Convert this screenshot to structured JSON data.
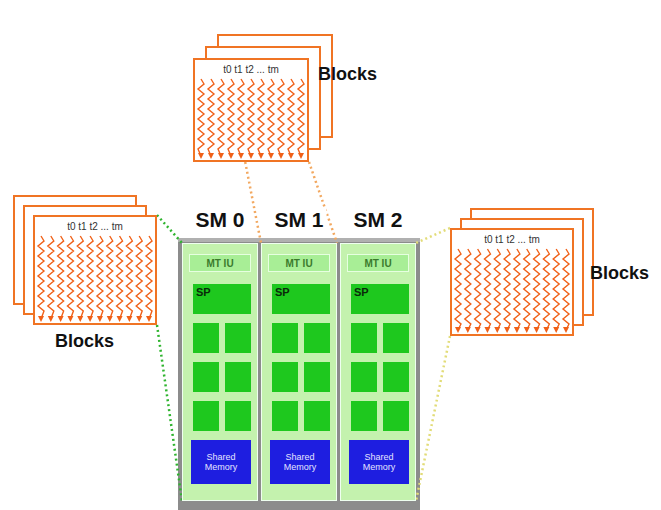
{
  "diagram": {
    "nodes": [
      {
        "text": [
          "t0 t1 t2 ... tm",
          "Blocks"
        ]
      },
      {
        "text": [
          "t0 t1 t2 ... tm",
          "Blocks"
        ]
      },
      {
        "text": [
          "t0 t1 t2 ... tm",
          "Blocks"
        ]
      },
      {
        "text": [
          "SM 0"
        ]
      },
      {
        "text": [
          "MT IU"
        ],
        "in": 3
      },
      {
        "text": [
          "SP"
        ],
        "in": 3
      },
      {
        "text": [
          "Shared Memory"
        ],
        "in": 3
      },
      {
        "text": [
          "SM 1"
        ]
      },
      {
        "text": [
          "MT IU"
        ],
        "in": 7
      },
      {
        "text": [
          "SP"
        ],
        "in": 7
      },
      {
        "text": [
          "Shared Memory"
        ],
        "in": 7
      },
      {
        "text": [
          "SM 2"
        ]
      },
      {
        "text": [
          "MT IU"
        ],
        "in": 11
      },
      {
        "text": [
          "SP"
        ],
        "in": 11
      },
      {
        "text": [
          "Shared Memory"
        ],
        "in": 11
      }
    ],
    "edges": [
      {
        "from": 0,
        "to": 7,
        "arrow": "none"
      },
      {
        "from": 1,
        "to": 3,
        "arrow": "none"
      },
      {
        "from": 2,
        "to": 11,
        "arrow": "none"
      }
    ]
  }
}
